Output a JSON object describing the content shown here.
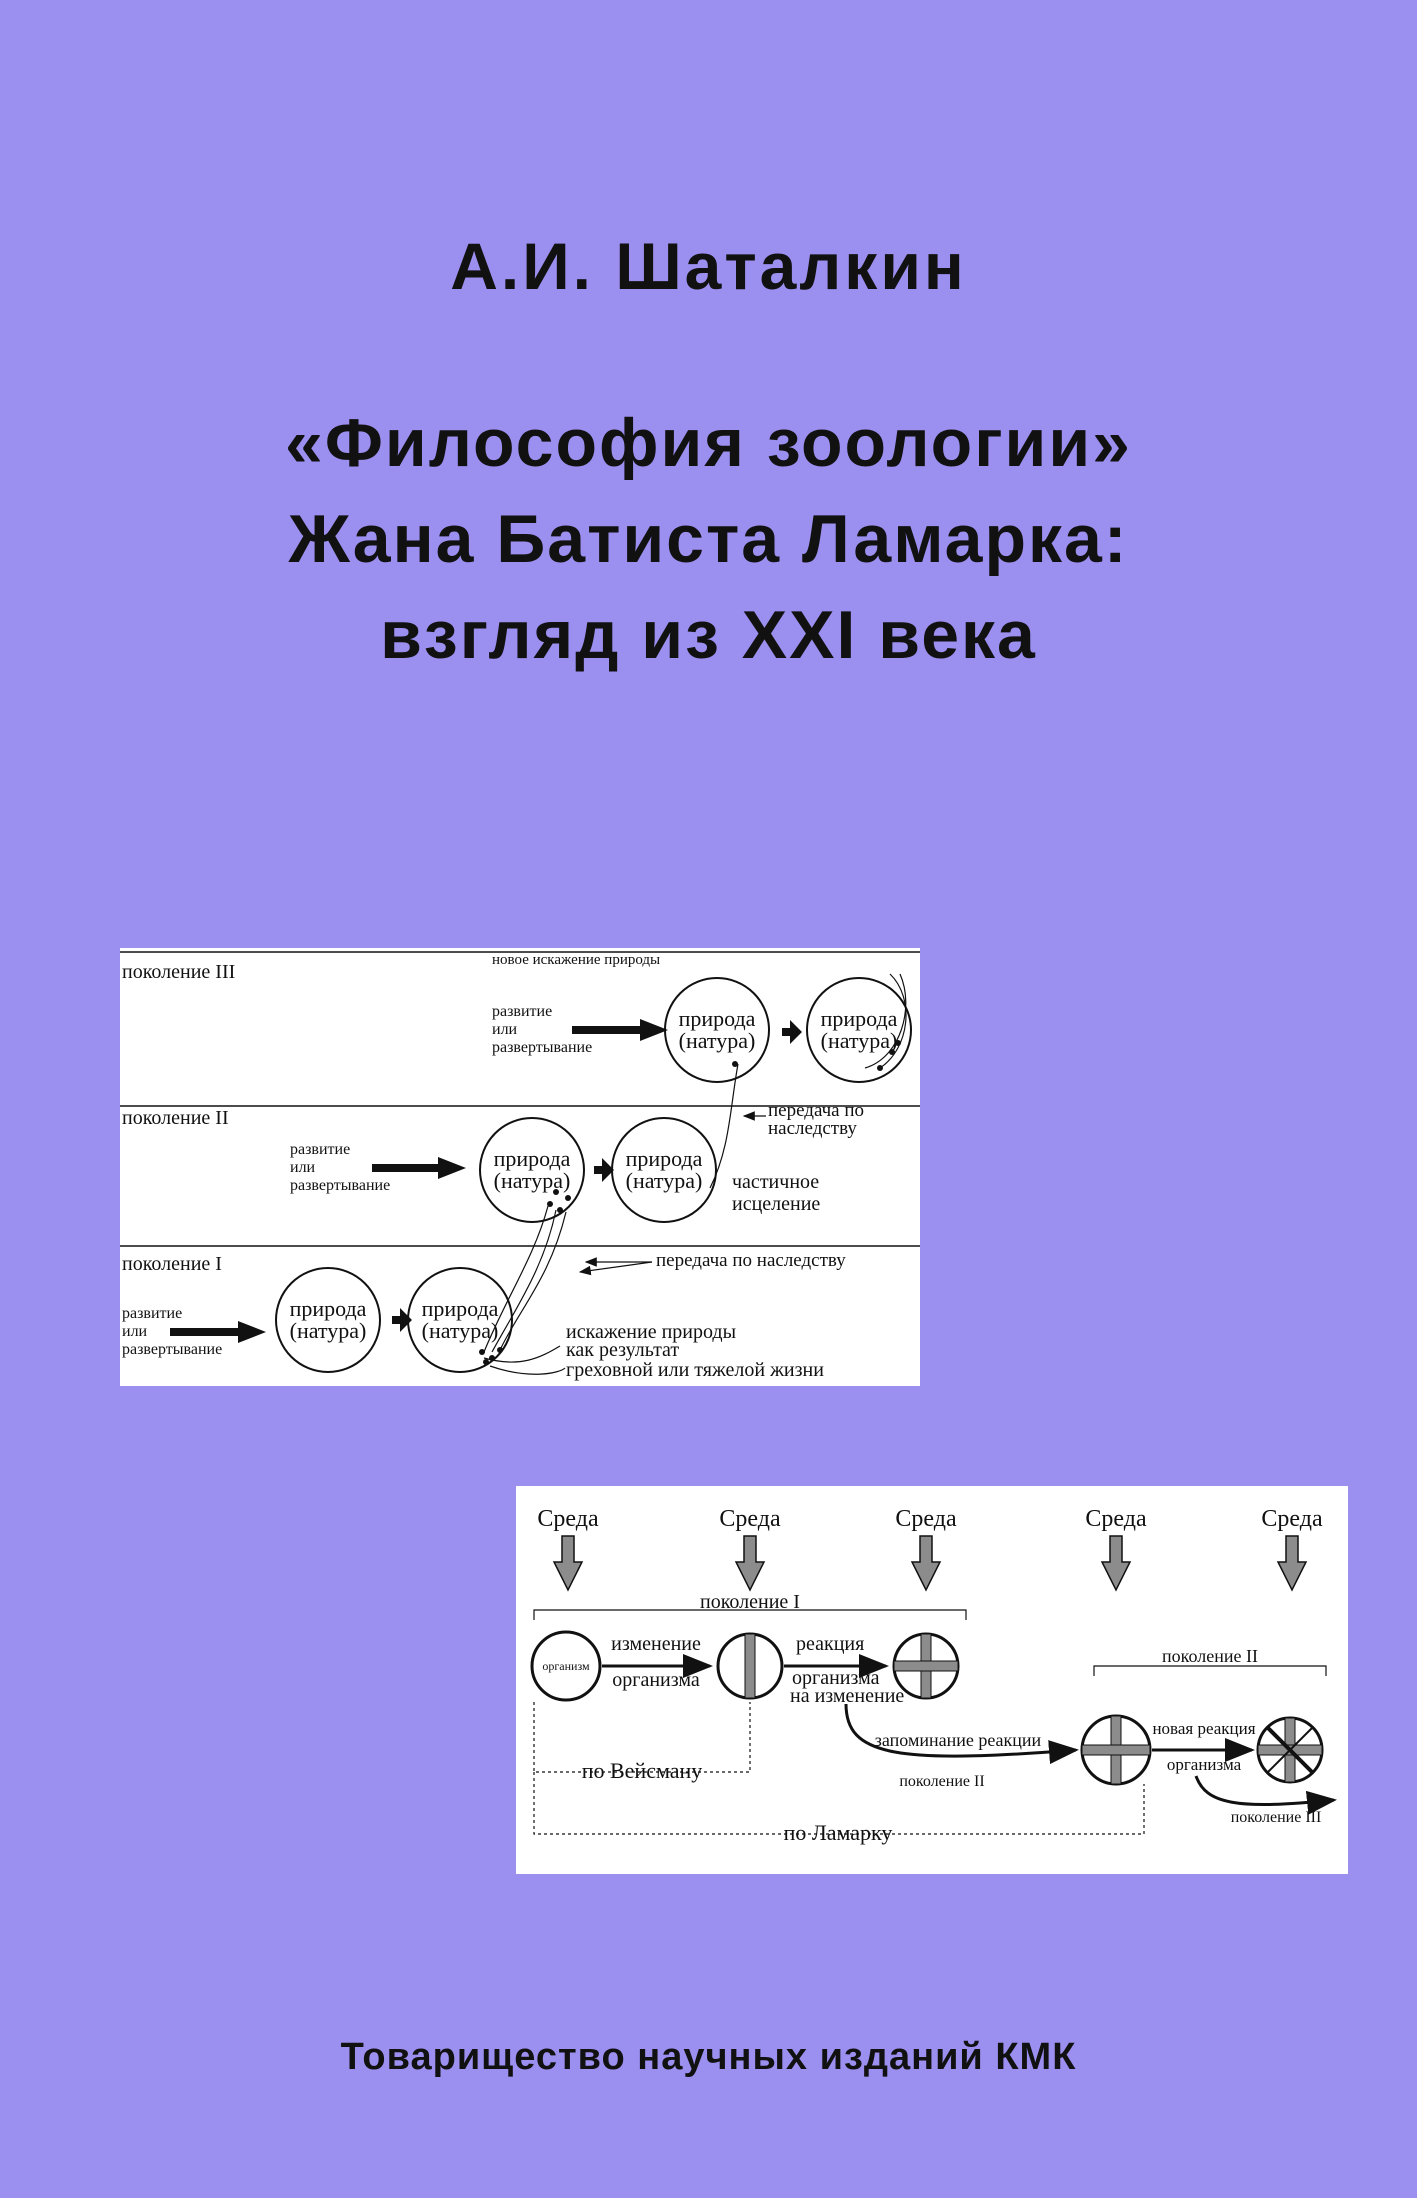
{
  "cover": {
    "author": "А.И. Шаталкин",
    "title_lines": [
      "«Философия зоологии»",
      "Жана Батиста Ламарка:",
      "взгляд из XXI века"
    ],
    "publisher": "Товарищество научных изданий КМК"
  },
  "diagram1": {
    "gen3_label": "поколение III",
    "gen2_label": "поколение II",
    "gen1_label": "поколение I",
    "dev_line1": "развитие",
    "dev_line2": "или",
    "dev_line3": "развертывание",
    "nature_line1": "природа",
    "nature_line2": "(натура)",
    "new_distortion": "новое искажение природы",
    "inherit_line1": "передача по",
    "inherit_line2": "наследству",
    "partial_line1": "частичное",
    "partial_line2": "исцеление",
    "inherit_full": "передача по наследству",
    "distortion_line1": "искажение природы",
    "distortion_line2": "как результат",
    "distortion_line3": "греховной или тяжелой жизни"
  },
  "diagram2": {
    "env": "Среда",
    "gen1": "поколение I",
    "gen2": "поколение II",
    "gen3": "поколение III",
    "organism": "организм",
    "change_line1": "изменение",
    "change_line2": "организма",
    "reaction_line1": "реакция",
    "reaction_line2": "организма",
    "reaction_line3": "на изменение",
    "memory": "запоминание реакции",
    "new_reaction_line1": "новая реакция",
    "new_reaction_line2": "организма",
    "weismann": "по Вейсману",
    "lamarck": "по Ламарку"
  },
  "colors": {
    "background": "#9b8ff0",
    "text": "#111111",
    "panel": "#ffffff",
    "arrow_fill": "#8c8c8c"
  }
}
